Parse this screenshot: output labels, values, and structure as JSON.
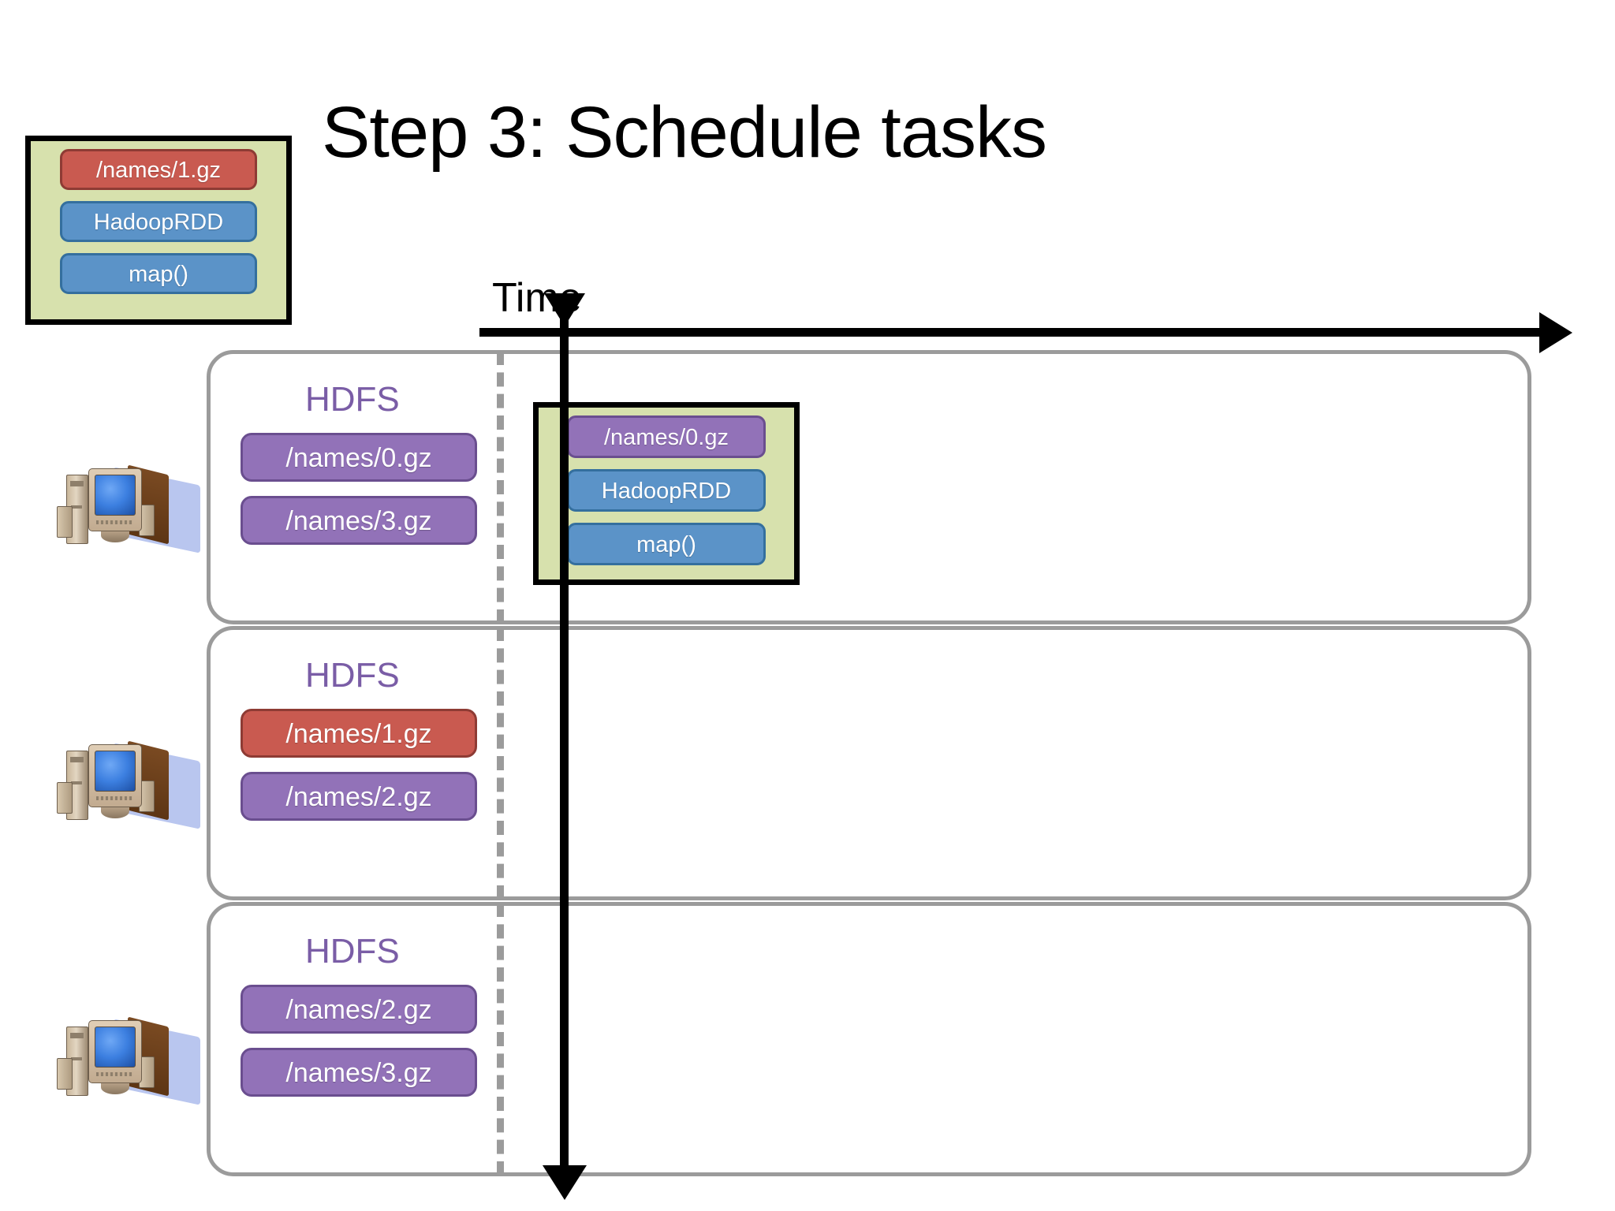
{
  "title": "Step 3: Schedule tasks",
  "colors": {
    "task_box_background": "#d7e1ad",
    "task_box_border": "#000000",
    "block_red": "#c95a50",
    "block_blue": "#5b93c8",
    "block_purple": "#9272b8",
    "panel_border": "#9b9b9b",
    "hdfs_label": "#7a5da6",
    "axis": "#000000"
  },
  "timeline": {
    "label": "Time",
    "axis_direction": "left-to-right",
    "cursor_position_note": "vertical arrow at current time"
  },
  "pending_task": {
    "name": "pending-task-box",
    "blocks": [
      {
        "label": "/names/1.gz",
        "kind": "red"
      },
      {
        "label": "HadoopRDD",
        "kind": "blue"
      },
      {
        "label": "map()",
        "kind": "blue"
      }
    ]
  },
  "running_task": {
    "name": "running-task-box",
    "node_index": 0,
    "blocks": [
      {
        "label": "/names/0.gz",
        "kind": "purple"
      },
      {
        "label": "HadoopRDD",
        "kind": "blue"
      },
      {
        "label": "map()",
        "kind": "blue"
      }
    ]
  },
  "nodes": [
    {
      "hdfs_label": "HDFS",
      "icon": "computer-icon",
      "blocks": [
        {
          "label": "/names/0.gz",
          "kind": "purple"
        },
        {
          "label": "/names/3.gz",
          "kind": "purple"
        }
      ]
    },
    {
      "hdfs_label": "HDFS",
      "icon": "computer-icon",
      "blocks": [
        {
          "label": "/names/1.gz",
          "kind": "red"
        },
        {
          "label": "/names/2.gz",
          "kind": "purple"
        }
      ]
    },
    {
      "hdfs_label": "HDFS",
      "icon": "computer-icon",
      "blocks": [
        {
          "label": "/names/2.gz",
          "kind": "purple"
        },
        {
          "label": "/names/3.gz",
          "kind": "purple"
        }
      ]
    }
  ]
}
